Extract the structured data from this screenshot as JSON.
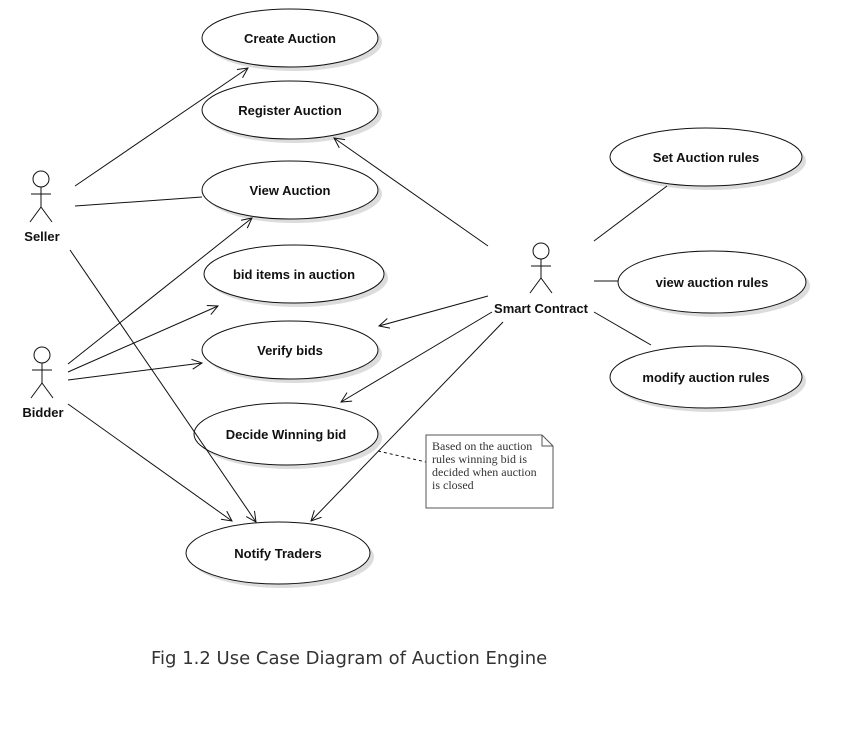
{
  "actors": {
    "seller": "Seller",
    "bidder": "Bidder",
    "smart_contract": "Smart Contract"
  },
  "use_cases": {
    "create_auction": "Create Auction",
    "register_auction": "Register Auction",
    "view_auction": "View Auction",
    "bid_items": "bid items in auction",
    "verify_bids": "Verify bids",
    "decide_winning_bid": "Decide Winning bid",
    "notify_traders": "Notify Traders",
    "set_auction_rules": "Set Auction rules",
    "view_auction_rules": "view auction rules",
    "modify_auction_rules": "modify auction rules"
  },
  "note": {
    "lines": [
      "Based on the auction",
      "rules winning bid is",
      "decided when auction",
      "is closed"
    ]
  },
  "caption": "Fig 1.2   Use Case Diagram of Auction Engine",
  "colors": {
    "stroke": "#111111",
    "shadow": "#d9d9d9",
    "note_border": "#555555"
  }
}
